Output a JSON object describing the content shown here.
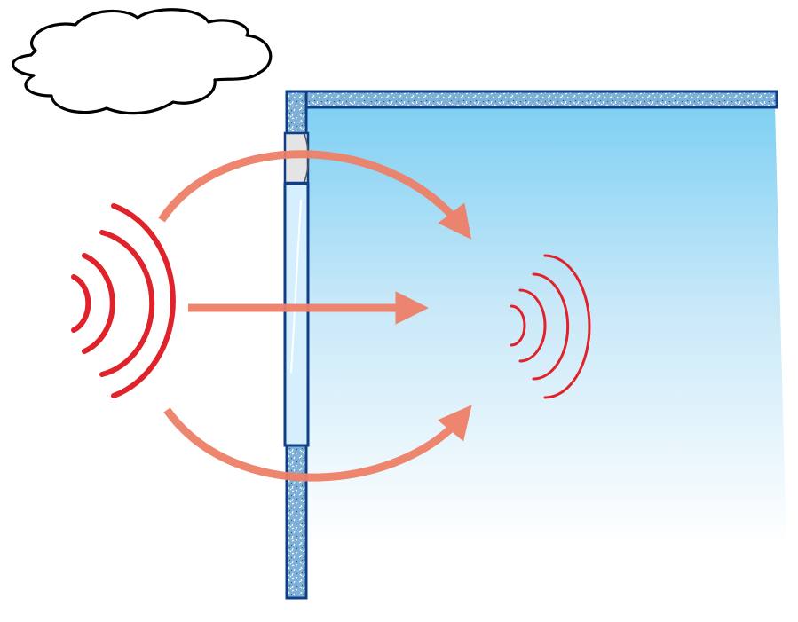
{
  "diagram": {
    "colors": {
      "sound_wave": "#e0222a",
      "arrow": "#ee8068",
      "wall_fill": "#7fb1d6",
      "wall_outline": "#0f3f86",
      "room_sky_top": "#7fd0f3",
      "room_sky_bottom": "#ffffff",
      "glass": "#d6efff",
      "cloud_outline": "#000000"
    },
    "elements": {
      "outside_sound_source": {
        "arcs": 4
      },
      "inside_sound": {
        "arcs": 4
      },
      "transmission_paths": [
        "flanking-top",
        "direct-through-window",
        "flanking-bottom"
      ]
    }
  }
}
